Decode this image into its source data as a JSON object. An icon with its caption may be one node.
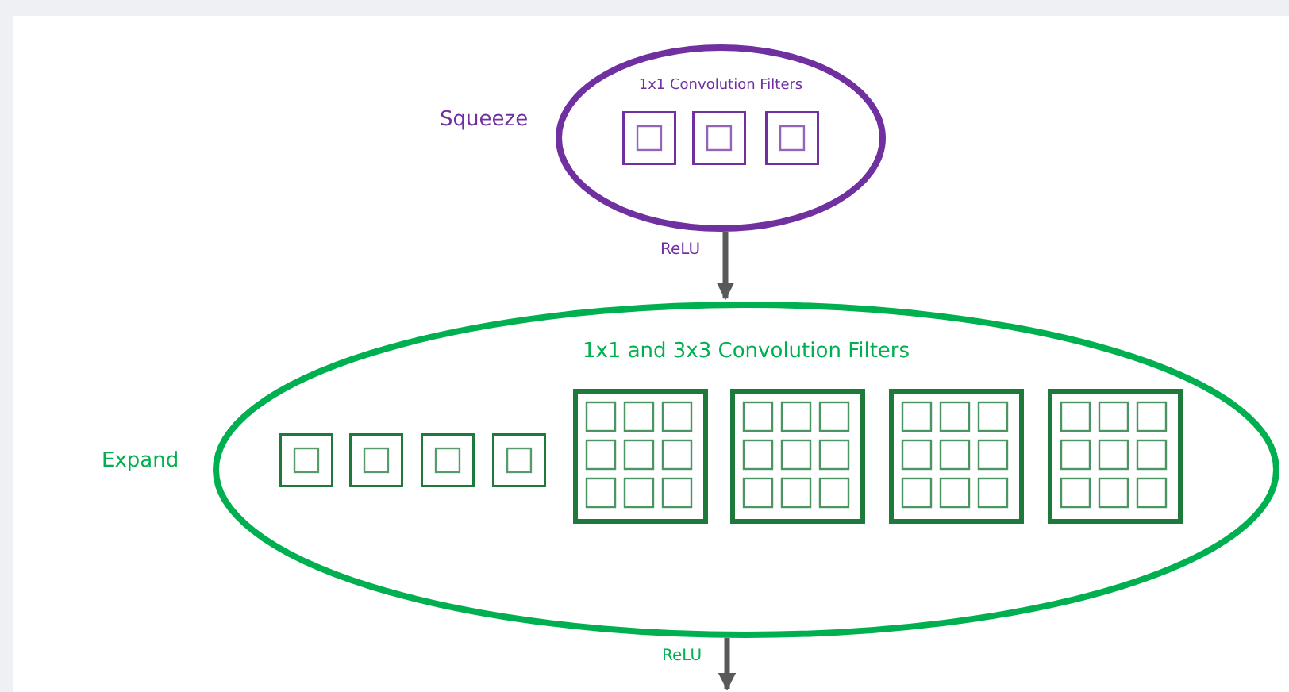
{
  "diagram": {
    "nodes": [
      {
        "text": [
          "1x1 Convolution Filters"
        ],
        "beside": [
          "Squeeze"
        ]
      },
      {
        "text": [
          "1x1 and 3x3 Convolution Filters"
        ],
        "beside": [
          "Expand"
        ]
      }
    ],
    "edges": [
      {
        "from": 0,
        "to": 1,
        "arrow": "to",
        "label": "ReLU"
      },
      {
        "from": 1,
        "to": null,
        "arrow": "to",
        "label": "ReLU"
      }
    ]
  }
}
